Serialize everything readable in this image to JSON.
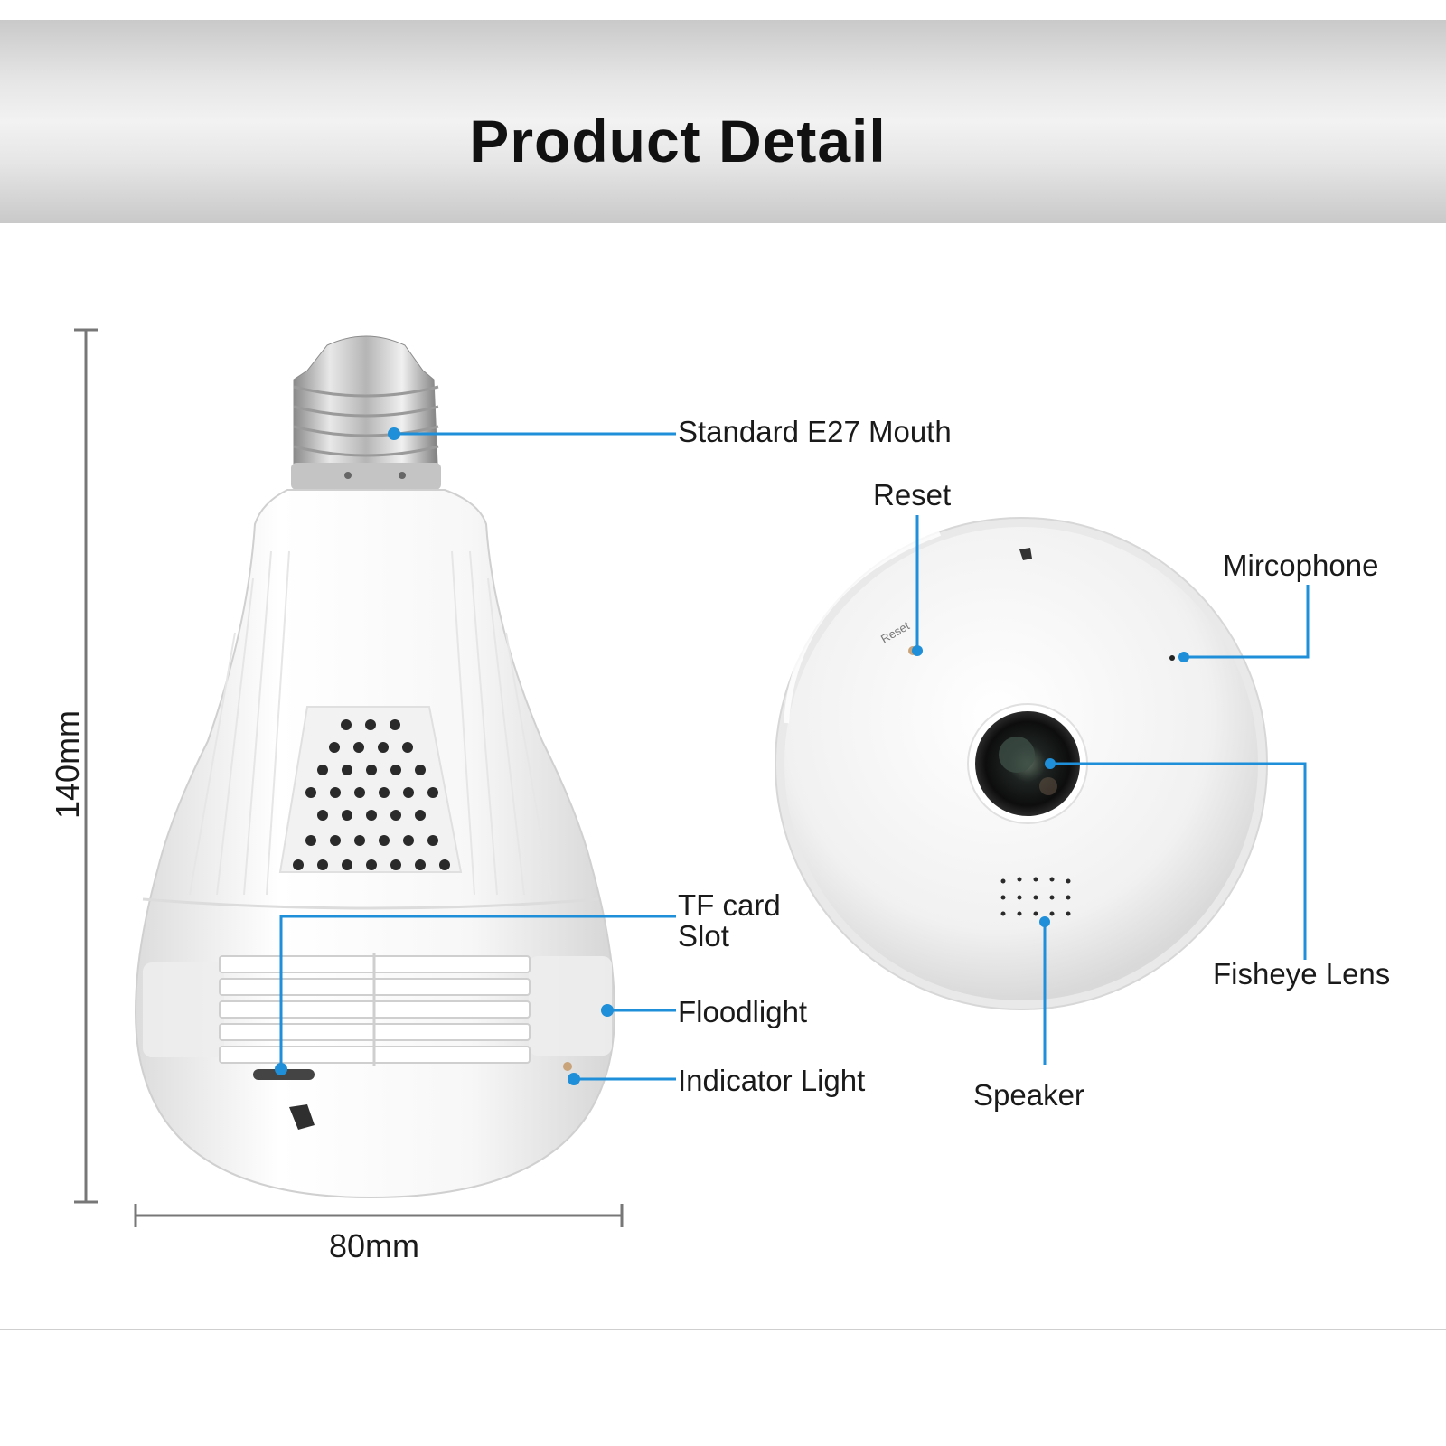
{
  "header": {
    "title": "Product Detail"
  },
  "dimensions": {
    "height": "140mm",
    "width": "80mm"
  },
  "callouts": {
    "e27": "Standard E27 Mouth",
    "tf_line1": "TF card",
    "tf_line2": "Slot",
    "floodlight": "Floodlight",
    "indicator": "Indicator Light",
    "reset": "Reset",
    "microphone": "Mircophone",
    "fisheye": "Fisheye Lens",
    "speaker": "Speaker"
  },
  "engraved": {
    "reset": "Reset"
  },
  "colors": {
    "accent": "#1e8fd8",
    "dimension_line": "#777777"
  }
}
